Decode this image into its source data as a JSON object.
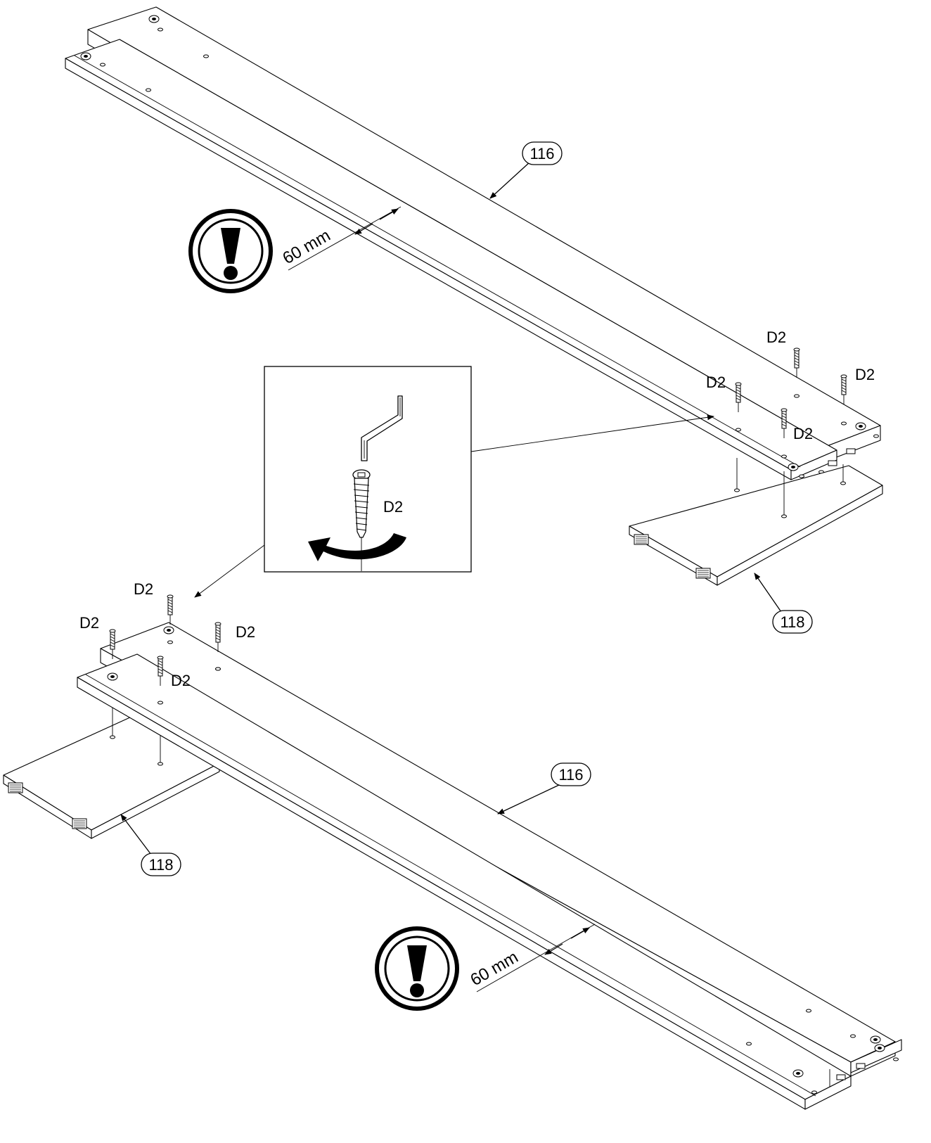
{
  "figure": {
    "upper_assembly": {
      "board_callout": "116",
      "shelf_callout": "118",
      "dimension": "60 mm",
      "fastener_labels": [
        "D2",
        "D2",
        "D2",
        "D2"
      ]
    },
    "lower_assembly": {
      "board_callout": "116",
      "shelf_callout": "118",
      "dimension": "60 mm",
      "fastener_labels": [
        "D2",
        "D2",
        "D2",
        "D2"
      ]
    },
    "detail": {
      "fastener_label": "D2",
      "tool": "hex-key-icon",
      "rotation": "clockwise-arrow-icon"
    },
    "warning_symbol": "exclamation-warning-icon"
  }
}
